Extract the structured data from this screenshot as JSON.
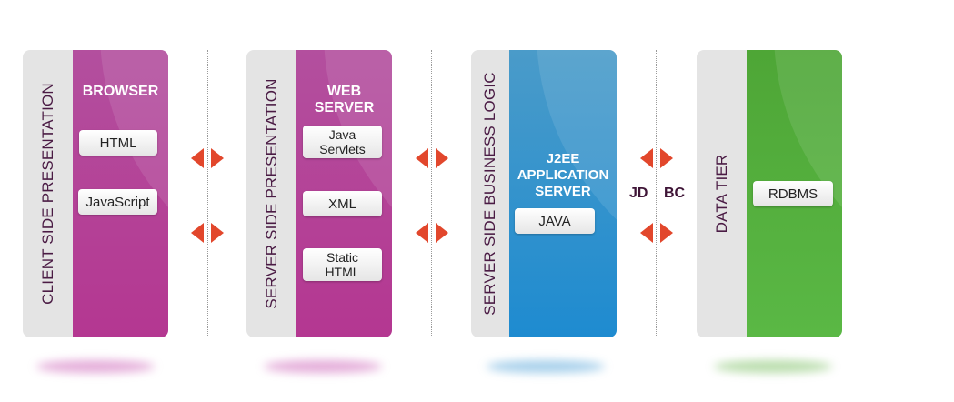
{
  "tiers": {
    "client": {
      "side_label": "CLIENT SIDE PRESENTATION",
      "title": "BROWSER",
      "items": [
        "HTML",
        "JavaScript"
      ]
    },
    "server_presentation": {
      "side_label": "SERVER SIDE PRESENTATION",
      "title": "WEB SERVER",
      "title_line1": "WEB",
      "title_line2": "SERVER",
      "items": [
        {
          "line1": "Java",
          "line2": "Servlets"
        },
        {
          "line1": "XML"
        },
        {
          "line1": "Static",
          "line2": "HTML"
        }
      ]
    },
    "business": {
      "side_label": "SERVER SIDE BUSINESS LOGIC",
      "title_line1": "J2EE",
      "title_line2": "APPLICATION",
      "title_line3": "SERVER",
      "items": [
        "JAVA"
      ]
    },
    "data": {
      "side_label": "DATA TIER",
      "items": [
        "RDBMS"
      ]
    }
  },
  "connector": {
    "left": "JD",
    "right": "BC"
  },
  "colors": {
    "magenta": "#b43791",
    "blue": "#1e8bd0",
    "green": "#5ab845",
    "arrow": "#e2472c",
    "side": "#e4e4e4"
  }
}
